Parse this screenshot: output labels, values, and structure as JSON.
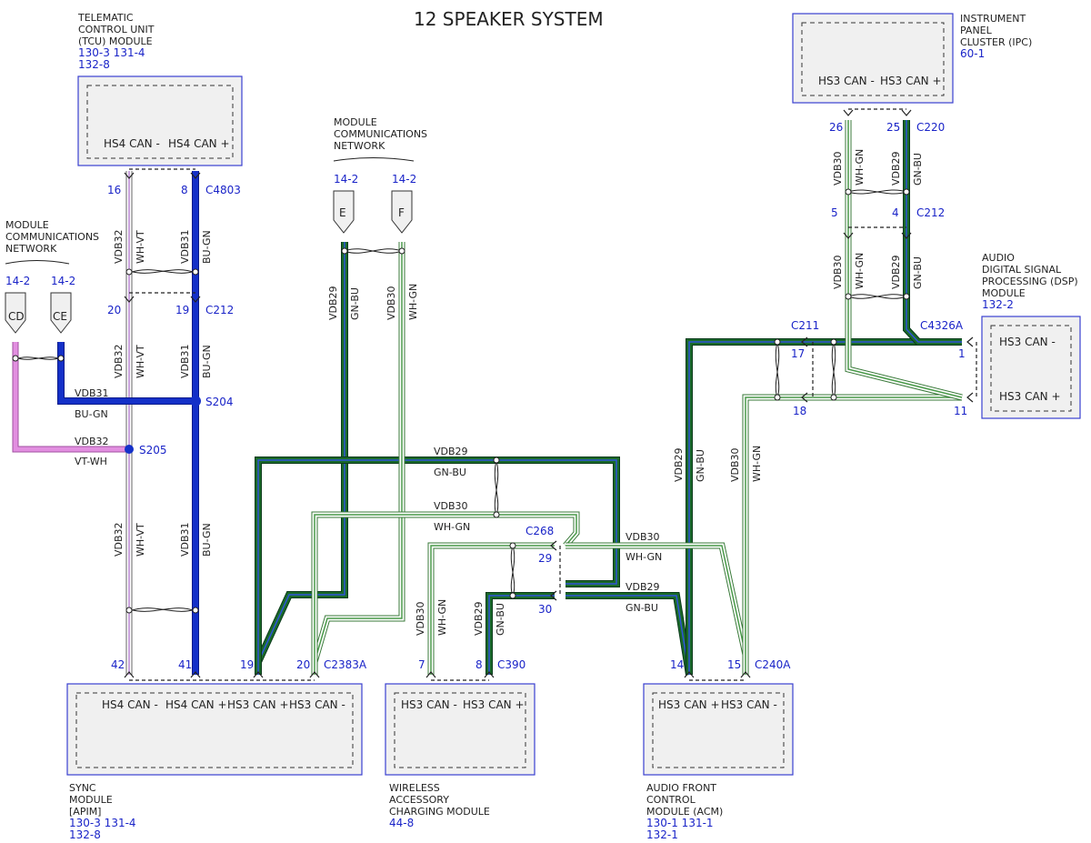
{
  "title": "12 SPEAKER SYSTEM",
  "colors": {
    "module_border": "#3a3fd0",
    "module_fill": "#f0f0f0",
    "ref_blue": "#1a24c8",
    "wire_green": "#1a6a2a",
    "wire_blue": "#1430c8",
    "wire_pink": "#e28fe0",
    "wire_light_green": "#4a9a4a",
    "wire_violet_light": "#c9a3dc"
  },
  "modules": {
    "tcu": {
      "name_lines": [
        "TELEMATIC",
        "CONTROL UNIT",
        "(TCU) MODULE"
      ],
      "refs": [
        "130-3  131-4",
        "132-8"
      ],
      "pins": [
        "HS4 CAN -",
        "HS4 CAN +"
      ]
    },
    "ipc": {
      "name_lines": [
        "INSTRUMENT",
        "PANEL",
        "CLUSTER (IPC)"
      ],
      "refs": [
        "60-1"
      ],
      "pins": [
        "HS3 CAN -",
        "HS3 CAN +"
      ]
    },
    "dsp": {
      "name_lines": [
        "AUDIO",
        "DIGITAL SIGNAL",
        "PROCESSING (DSP)",
        "MODULE"
      ],
      "refs": [
        "132-2"
      ],
      "pins": [
        "HS3 CAN -",
        "HS3 CAN +"
      ]
    },
    "sync": {
      "name_lines": [
        "SYNC",
        "MODULE",
        "[APIM]"
      ],
      "refs": [
        "130-3  131-4",
        "132-8"
      ],
      "pins": [
        "HS4 CAN -",
        "HS4 CAN +",
        "HS3 CAN +",
        "HS3 CAN -"
      ]
    },
    "wacm": {
      "name_lines": [
        "WIRELESS",
        "ACCESSORY",
        "CHARGING MODULE"
      ],
      "refs": [
        "44-8"
      ],
      "pins": [
        "HS3 CAN -",
        "HS3 CAN +"
      ]
    },
    "acm": {
      "name_lines": [
        "AUDIO FRONT",
        "CONTROL",
        "MODULE (ACM)"
      ],
      "refs": [
        "130-1  131-1",
        "132-1"
      ],
      "pins": [
        "HS3 CAN +",
        "HS3 CAN -"
      ]
    }
  },
  "networks": {
    "left": {
      "name_lines": [
        "MODULE",
        "COMMUNICATIONS",
        "NETWORK"
      ],
      "refs": [
        "14-2",
        "14-2"
      ],
      "tags": [
        "CD",
        "CE"
      ]
    },
    "mid": {
      "name_lines": [
        "MODULE",
        "COMMUNICATIONS",
        "NETWORK"
      ],
      "refs": [
        "14-2",
        "14-2"
      ],
      "tags": [
        "E",
        "F"
      ]
    }
  },
  "connectors": [
    "C4803",
    "C212",
    "C2383A",
    "C390",
    "C240A",
    "C268",
    "C211",
    "C4326A",
    "C220",
    "C212"
  ],
  "splices": [
    "S204",
    "S205"
  ],
  "pins": {
    "tcu_minus": "16",
    "tcu_plus": "8",
    "c212_left_minus": "20",
    "c212_left_plus": "19",
    "sync_pins": [
      "42",
      "41",
      "19",
      "20"
    ],
    "wacm_pins": [
      "7",
      "8"
    ],
    "acm_pins": [
      "14",
      "15"
    ],
    "c268_pins": [
      "29",
      "30"
    ],
    "c211_pins": [
      "17",
      "18"
    ],
    "dsp_pins": [
      "1",
      "11"
    ],
    "ipc_pins": [
      "26",
      "25"
    ],
    "c212_right_pins": [
      "5",
      "4"
    ]
  },
  "circuits": {
    "vdb32": "VDB32",
    "vdb31": "VDB31",
    "vdb29": "VDB29",
    "vdb30": "VDB30",
    "wh_vt": "WH-VT",
    "bu_gn": "BU-GN",
    "gn_bu": "GN-BU",
    "wh_gn": "WH-GN",
    "vt_wh": "VT-WH"
  }
}
